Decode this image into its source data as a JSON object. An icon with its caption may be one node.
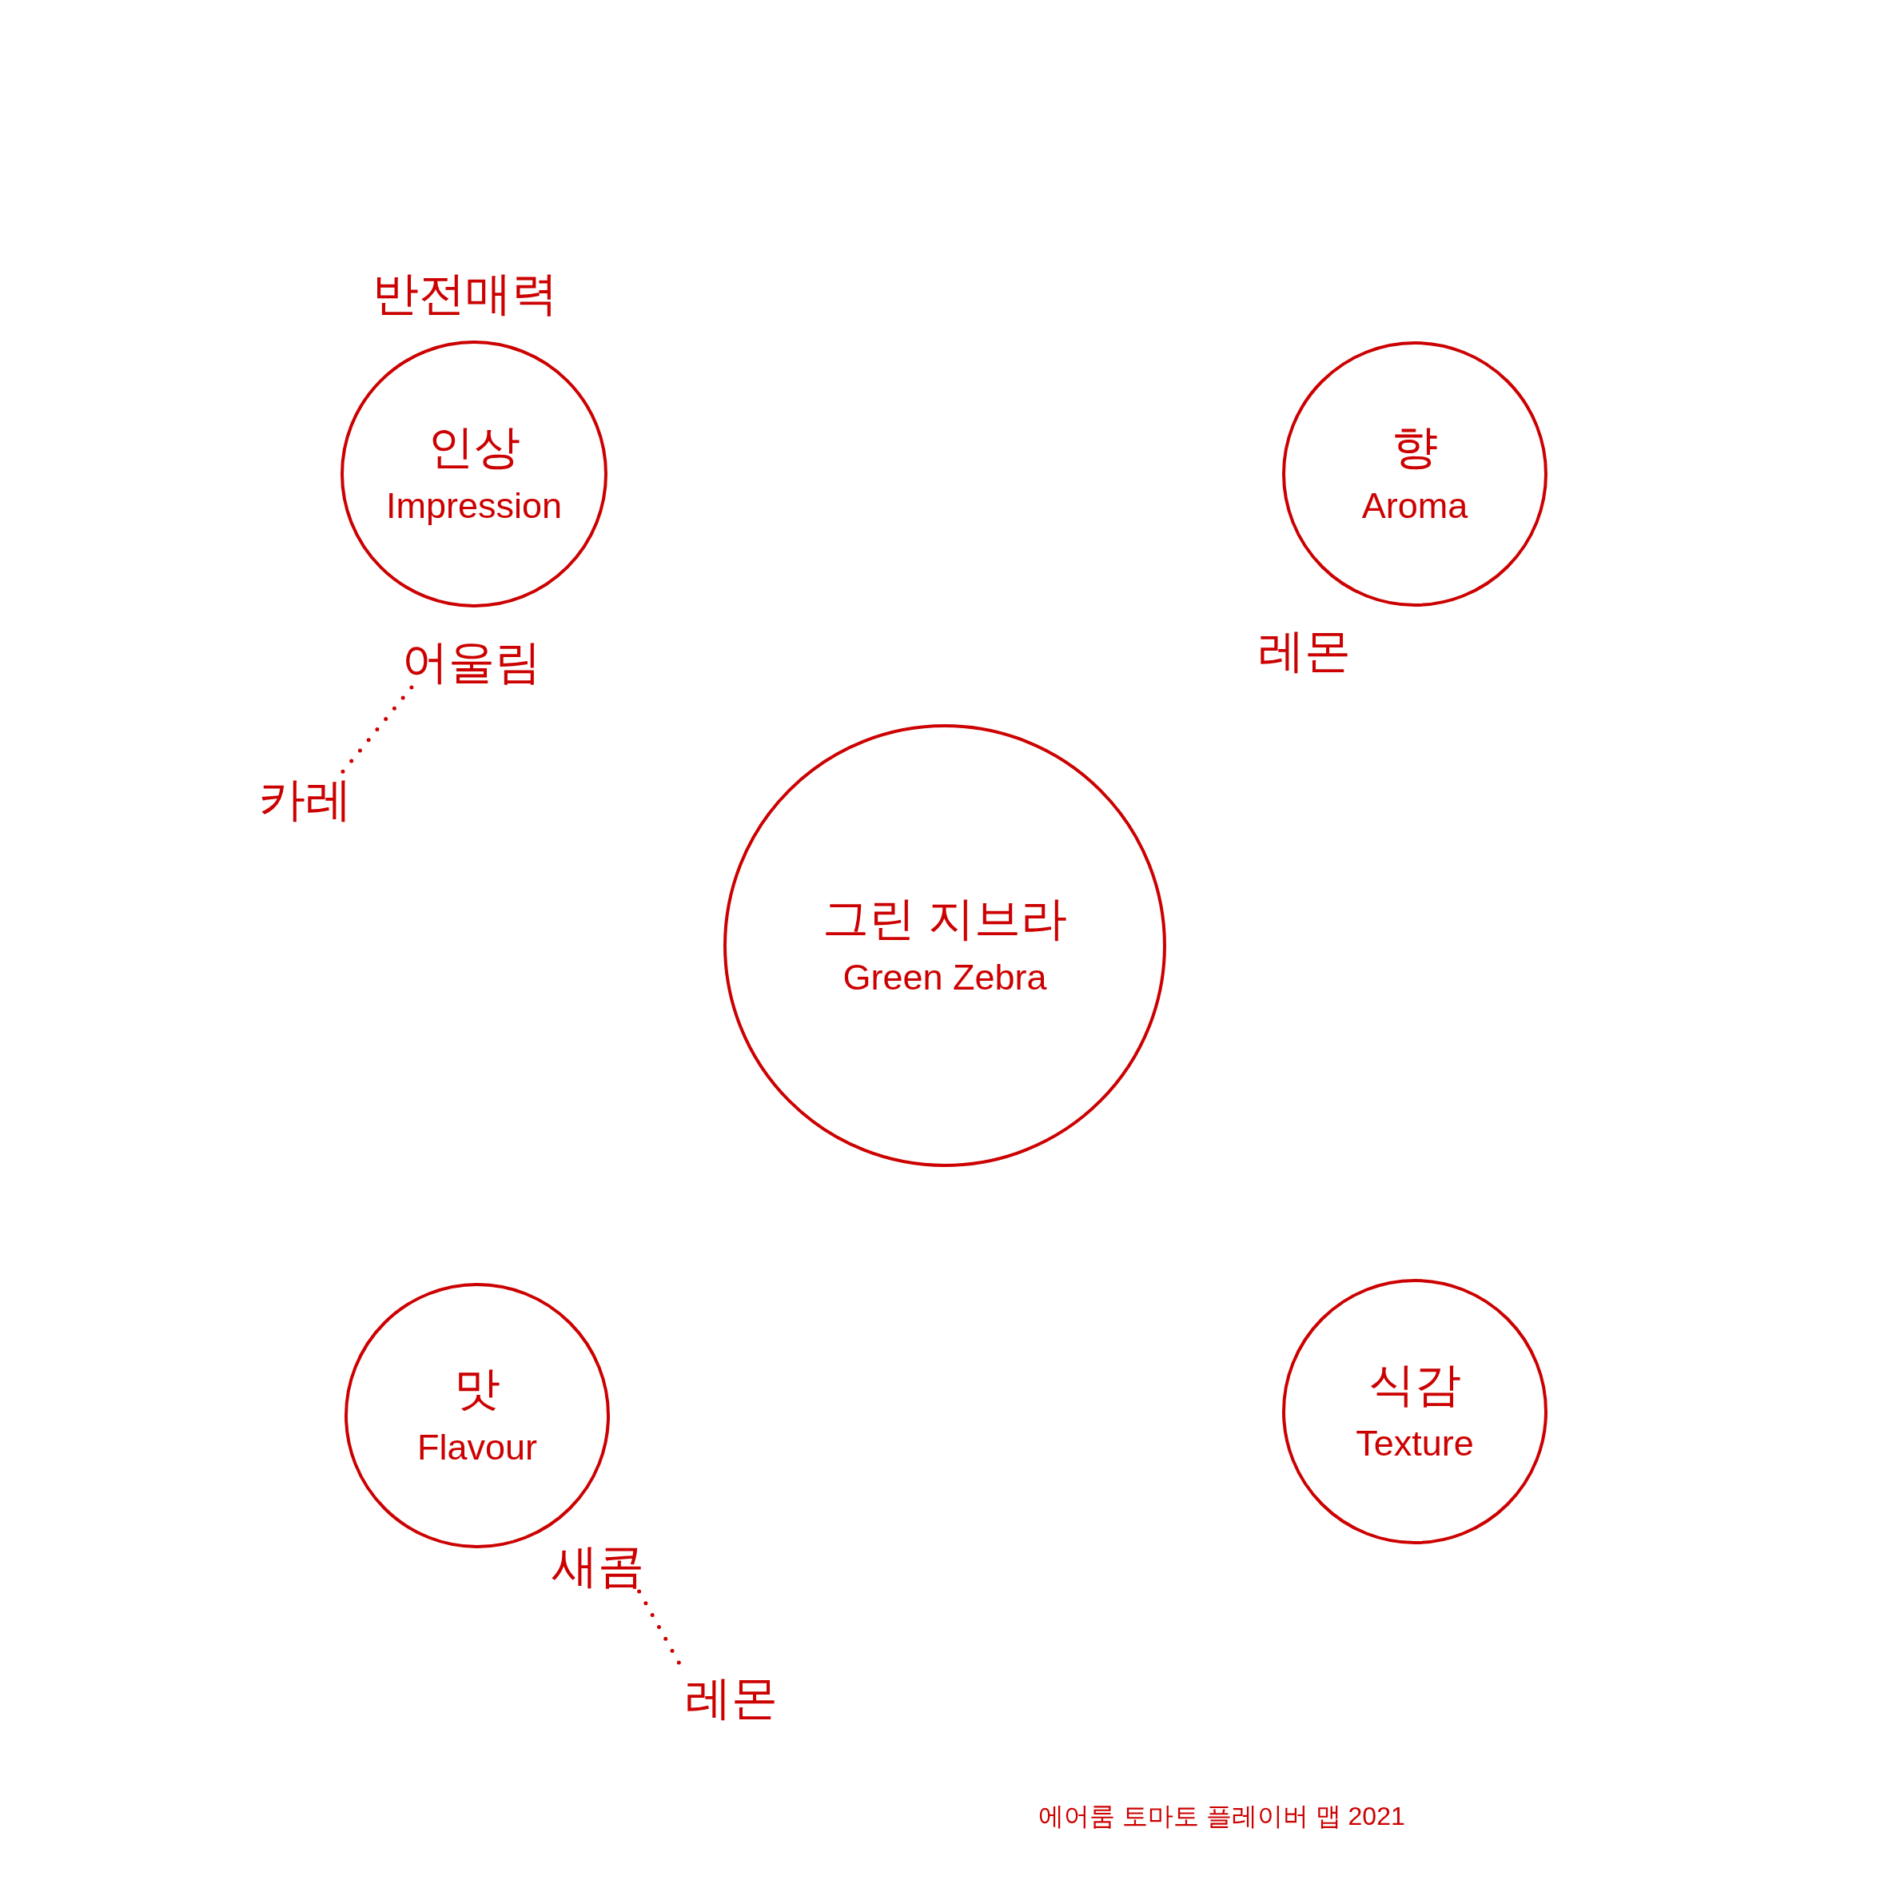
{
  "diagram": {
    "nodes": [
      {
        "text": [
          "인상",
          "Impression"
        ],
        "beside": [
          "반전매력"
        ]
      },
      {
        "text": [
          "향",
          "Aroma"
        ],
        "beside": [
          "레몬"
        ]
      },
      {
        "text": [
          "어울림"
        ]
      },
      {
        "text": [
          "카레"
        ]
      },
      {
        "text": [
          "그린 지브라",
          "Green Zebra"
        ]
      },
      {
        "text": [
          "맛",
          "Flavour"
        ]
      },
      {
        "text": [
          "식감",
          "Texture"
        ]
      },
      {
        "text": [
          "새콤"
        ]
      },
      {
        "text": [
          "레몬"
        ]
      }
    ],
    "edges": [
      {
        "from": 2,
        "to": 3,
        "arrow": "none",
        "style": "dashed"
      },
      {
        "from": 7,
        "to": 8,
        "arrow": "none",
        "style": "dashed"
      }
    ],
    "labels": [
      "에어룸 토마토 플레이버 맵 2021"
    ]
  }
}
